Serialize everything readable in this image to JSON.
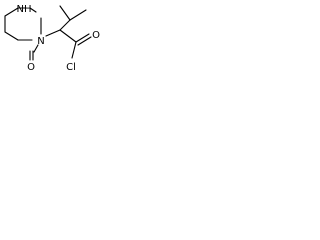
{
  "structure": {
    "atoms": {
      "ring_nitrogen_top": "NH",
      "ring_nitrogen_amide": "N",
      "urea_oxygen": "O",
      "acyl_oxygen": "O",
      "acyl_chlorine": "Cl"
    },
    "ink_color": "#000000",
    "background_color": "#ffffff"
  }
}
